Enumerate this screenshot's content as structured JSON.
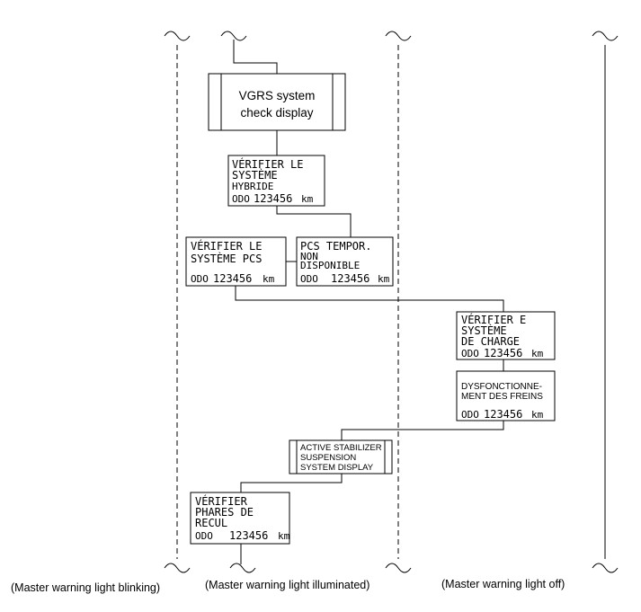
{
  "vgrs": {
    "line1": "VGRS system",
    "line2": "check display"
  },
  "hybrid": {
    "line1": "VÉRIFIER LE",
    "line2": "SYSTÈME",
    "line3": "HYBRIDE",
    "odo": "ODO",
    "value": "123456",
    "unit": "km"
  },
  "pcs": {
    "line1": "VÉRIFIER LE",
    "line2": "SYSTÈME PCS",
    "odo": "ODO",
    "value": "123456",
    "unit": "km"
  },
  "pcs_temp": {
    "line1": "PCS TEMPOR.",
    "line2": "NON",
    "line3": "DISPONIBLE",
    "odo": "ODO",
    "value": "123456",
    "unit": "km"
  },
  "charge": {
    "line1": "VÉRIFIER E",
    "line2": "SYSTÈME",
    "line3": "DE CHARGE",
    "odo": "ODO",
    "value": "123456",
    "unit": "km"
  },
  "brakes": {
    "line1": "DYSFONCTIONNE-",
    "line2": "MENT DES FREINS",
    "odo": "ODO",
    "value": "123456",
    "unit": "km"
  },
  "stabilizer": {
    "line1": "ACTIVE STABILIZER",
    "line2": "SUSPENSION",
    "line3": "SYSTEM DISPLAY"
  },
  "phares": {
    "line1": "VÉRIFIER",
    "line2": "PHARES DE",
    "line3": "RECUL",
    "odo": "ODO",
    "value": "123456",
    "unit": "km"
  },
  "captions": {
    "blinking": "(Master warning light blinking)",
    "illuminated": "(Master warning light illuminated)",
    "off": "(Master warning light off)"
  }
}
